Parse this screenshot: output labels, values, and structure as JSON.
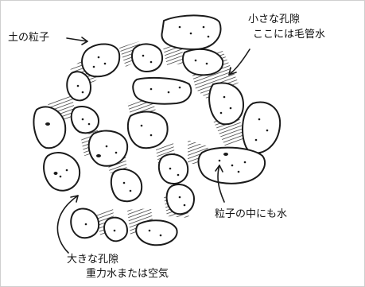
{
  "labels": {
    "soil_particle": "土の粒子",
    "small_pore_line1": "小さな孔隙",
    "small_pore_line2": "ここには毛管水",
    "inside_particle": "粒子の中にも水",
    "large_pore_line1": "大きな孔隙",
    "large_pore_line2": "重力水または空気"
  },
  "colors": {
    "line": "#1a1a1a",
    "hatch": "#2a2a2a",
    "background": "#ffffff"
  }
}
